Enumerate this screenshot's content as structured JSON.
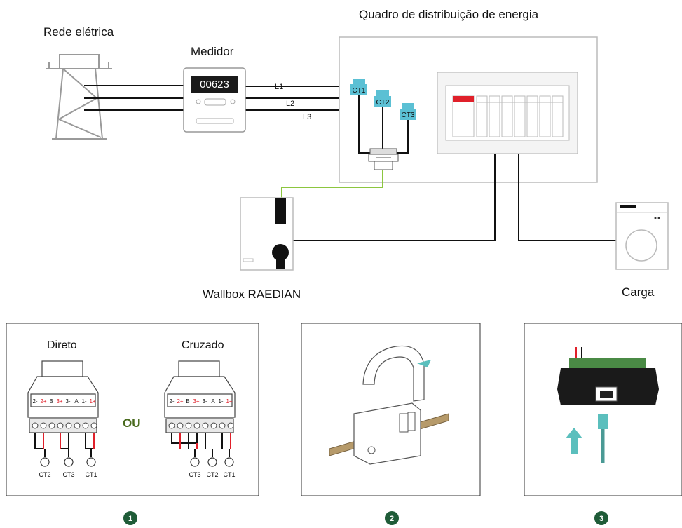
{
  "diagram": {
    "labels": {
      "grid": "Rede elétrica",
      "meter": "Medidor",
      "meter_reading": "00623",
      "panel": "Quadro de distribuição de energia",
      "wallbox": "Wallbox RAEDIAN",
      "load": "Carga"
    },
    "lines": {
      "l1": "L1",
      "l2": "L2",
      "l3": "L3"
    },
    "cts": {
      "ct1": "CT1",
      "ct2": "CT2",
      "ct3": "CT3"
    }
  },
  "steps": [
    {
      "number": "1",
      "direct_title": "Direto",
      "cross_title": "Cruzado",
      "or_label": "OU",
      "pins": [
        "2-",
        "2+",
        "B",
        "3+",
        "3-",
        "A",
        "1-",
        "1+"
      ],
      "direct_cts": [
        "CT2",
        "CT3",
        "CT1"
      ],
      "cross_cts": [
        "CT3",
        "CT2",
        "CT1"
      ]
    },
    {
      "number": "2"
    },
    {
      "number": "3"
    }
  ],
  "colors": {
    "ct_blue": "#5bc0d4",
    "breaker_red": "#e0202a",
    "wire_green": "#8cc63f",
    "badge_green": "#1f5c38",
    "ou_green": "#4a6b1f",
    "arrow_teal": "#5bbfbd",
    "wood": "#b69a6a"
  }
}
